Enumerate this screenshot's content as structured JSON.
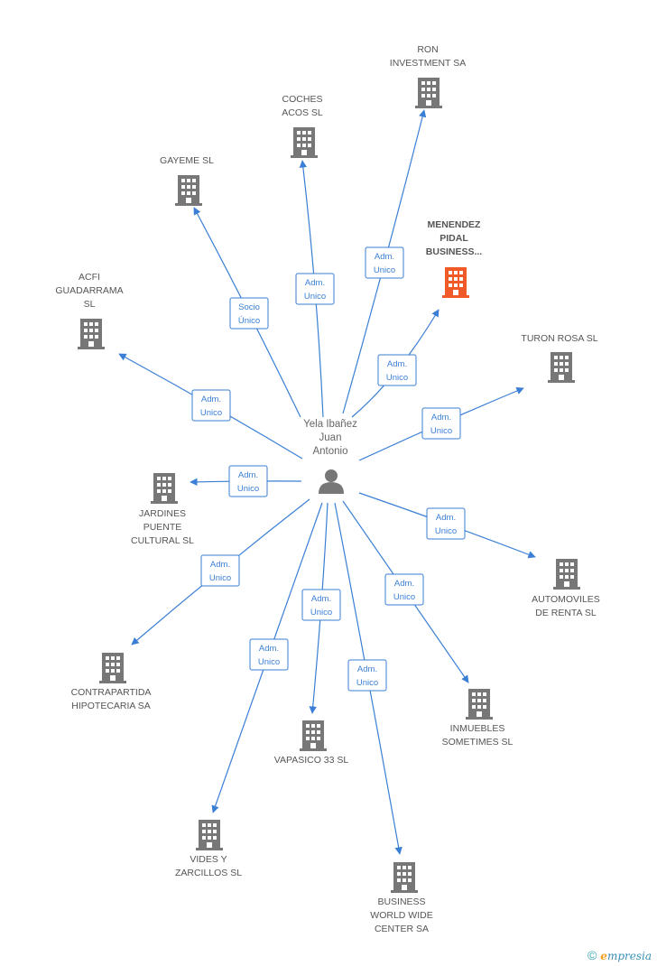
{
  "center": {
    "name_lines": [
      "Yela Ibañez",
      "Juan",
      "Antonio"
    ],
    "icon": "person-icon"
  },
  "colors": {
    "edge": "#3a7fd5",
    "building": "#777777",
    "building_highlight": "#f05a28"
  },
  "nodes": [
    {
      "id": "ron",
      "lines": [
        "RON",
        "INVESTMENT SA"
      ],
      "relation": [
        "Adm.",
        "Unico"
      ]
    },
    {
      "id": "coches",
      "lines": [
        "COCHES",
        "ACOS SL"
      ],
      "relation": [
        "Adm.",
        "Unico"
      ]
    },
    {
      "id": "gayeme",
      "lines": [
        "GAYEME SL"
      ],
      "relation": [
        "Socio",
        "Único"
      ]
    },
    {
      "id": "menendez",
      "lines": [
        "MENENDEZ",
        "PIDAL",
        "BUSINESS..."
      ],
      "relation": [
        "Adm.",
        "Unico"
      ],
      "highlight": true
    },
    {
      "id": "acfi",
      "lines": [
        "ACFI",
        "GUADARRAMA",
        "SL"
      ],
      "relation": [
        "Adm.",
        "Unico"
      ]
    },
    {
      "id": "turon",
      "lines": [
        "TURON ROSA SL"
      ],
      "relation": [
        "Adm.",
        "Unico"
      ]
    },
    {
      "id": "jardines",
      "lines": [
        "JARDINES",
        "PUENTE",
        "CULTURAL SL"
      ],
      "relation": [
        "Adm.",
        "Unico"
      ]
    },
    {
      "id": "automoviles",
      "lines": [
        "AUTOMOVILES",
        "DE RENTA SL"
      ],
      "relation": [
        "Adm.",
        "Unico"
      ]
    },
    {
      "id": "contrapartida",
      "lines": [
        "CONTRAPARTIDA",
        "HIPOTECARIA SA"
      ],
      "relation": [
        "Adm.",
        "Unico"
      ]
    },
    {
      "id": "inmuebles",
      "lines": [
        "INMUEBLES",
        "SOMETIMES SL"
      ],
      "relation": [
        "Adm.",
        "Unico"
      ]
    },
    {
      "id": "vapasico",
      "lines": [
        "VAPASICO 33 SL"
      ],
      "relation": [
        "Adm.",
        "Unico"
      ]
    },
    {
      "id": "vides",
      "lines": [
        "VIDES Y",
        "ZARCILLOS SL"
      ],
      "relation": [
        "Adm.",
        "Unico"
      ]
    },
    {
      "id": "business",
      "lines": [
        "BUSINESS",
        "WORLD WIDE",
        "CENTER SA"
      ],
      "relation": [
        "Adm.",
        "Unico"
      ]
    }
  ],
  "footer": {
    "copyright": "©",
    "brand_initial": "e",
    "brand_rest": "mpresia"
  }
}
